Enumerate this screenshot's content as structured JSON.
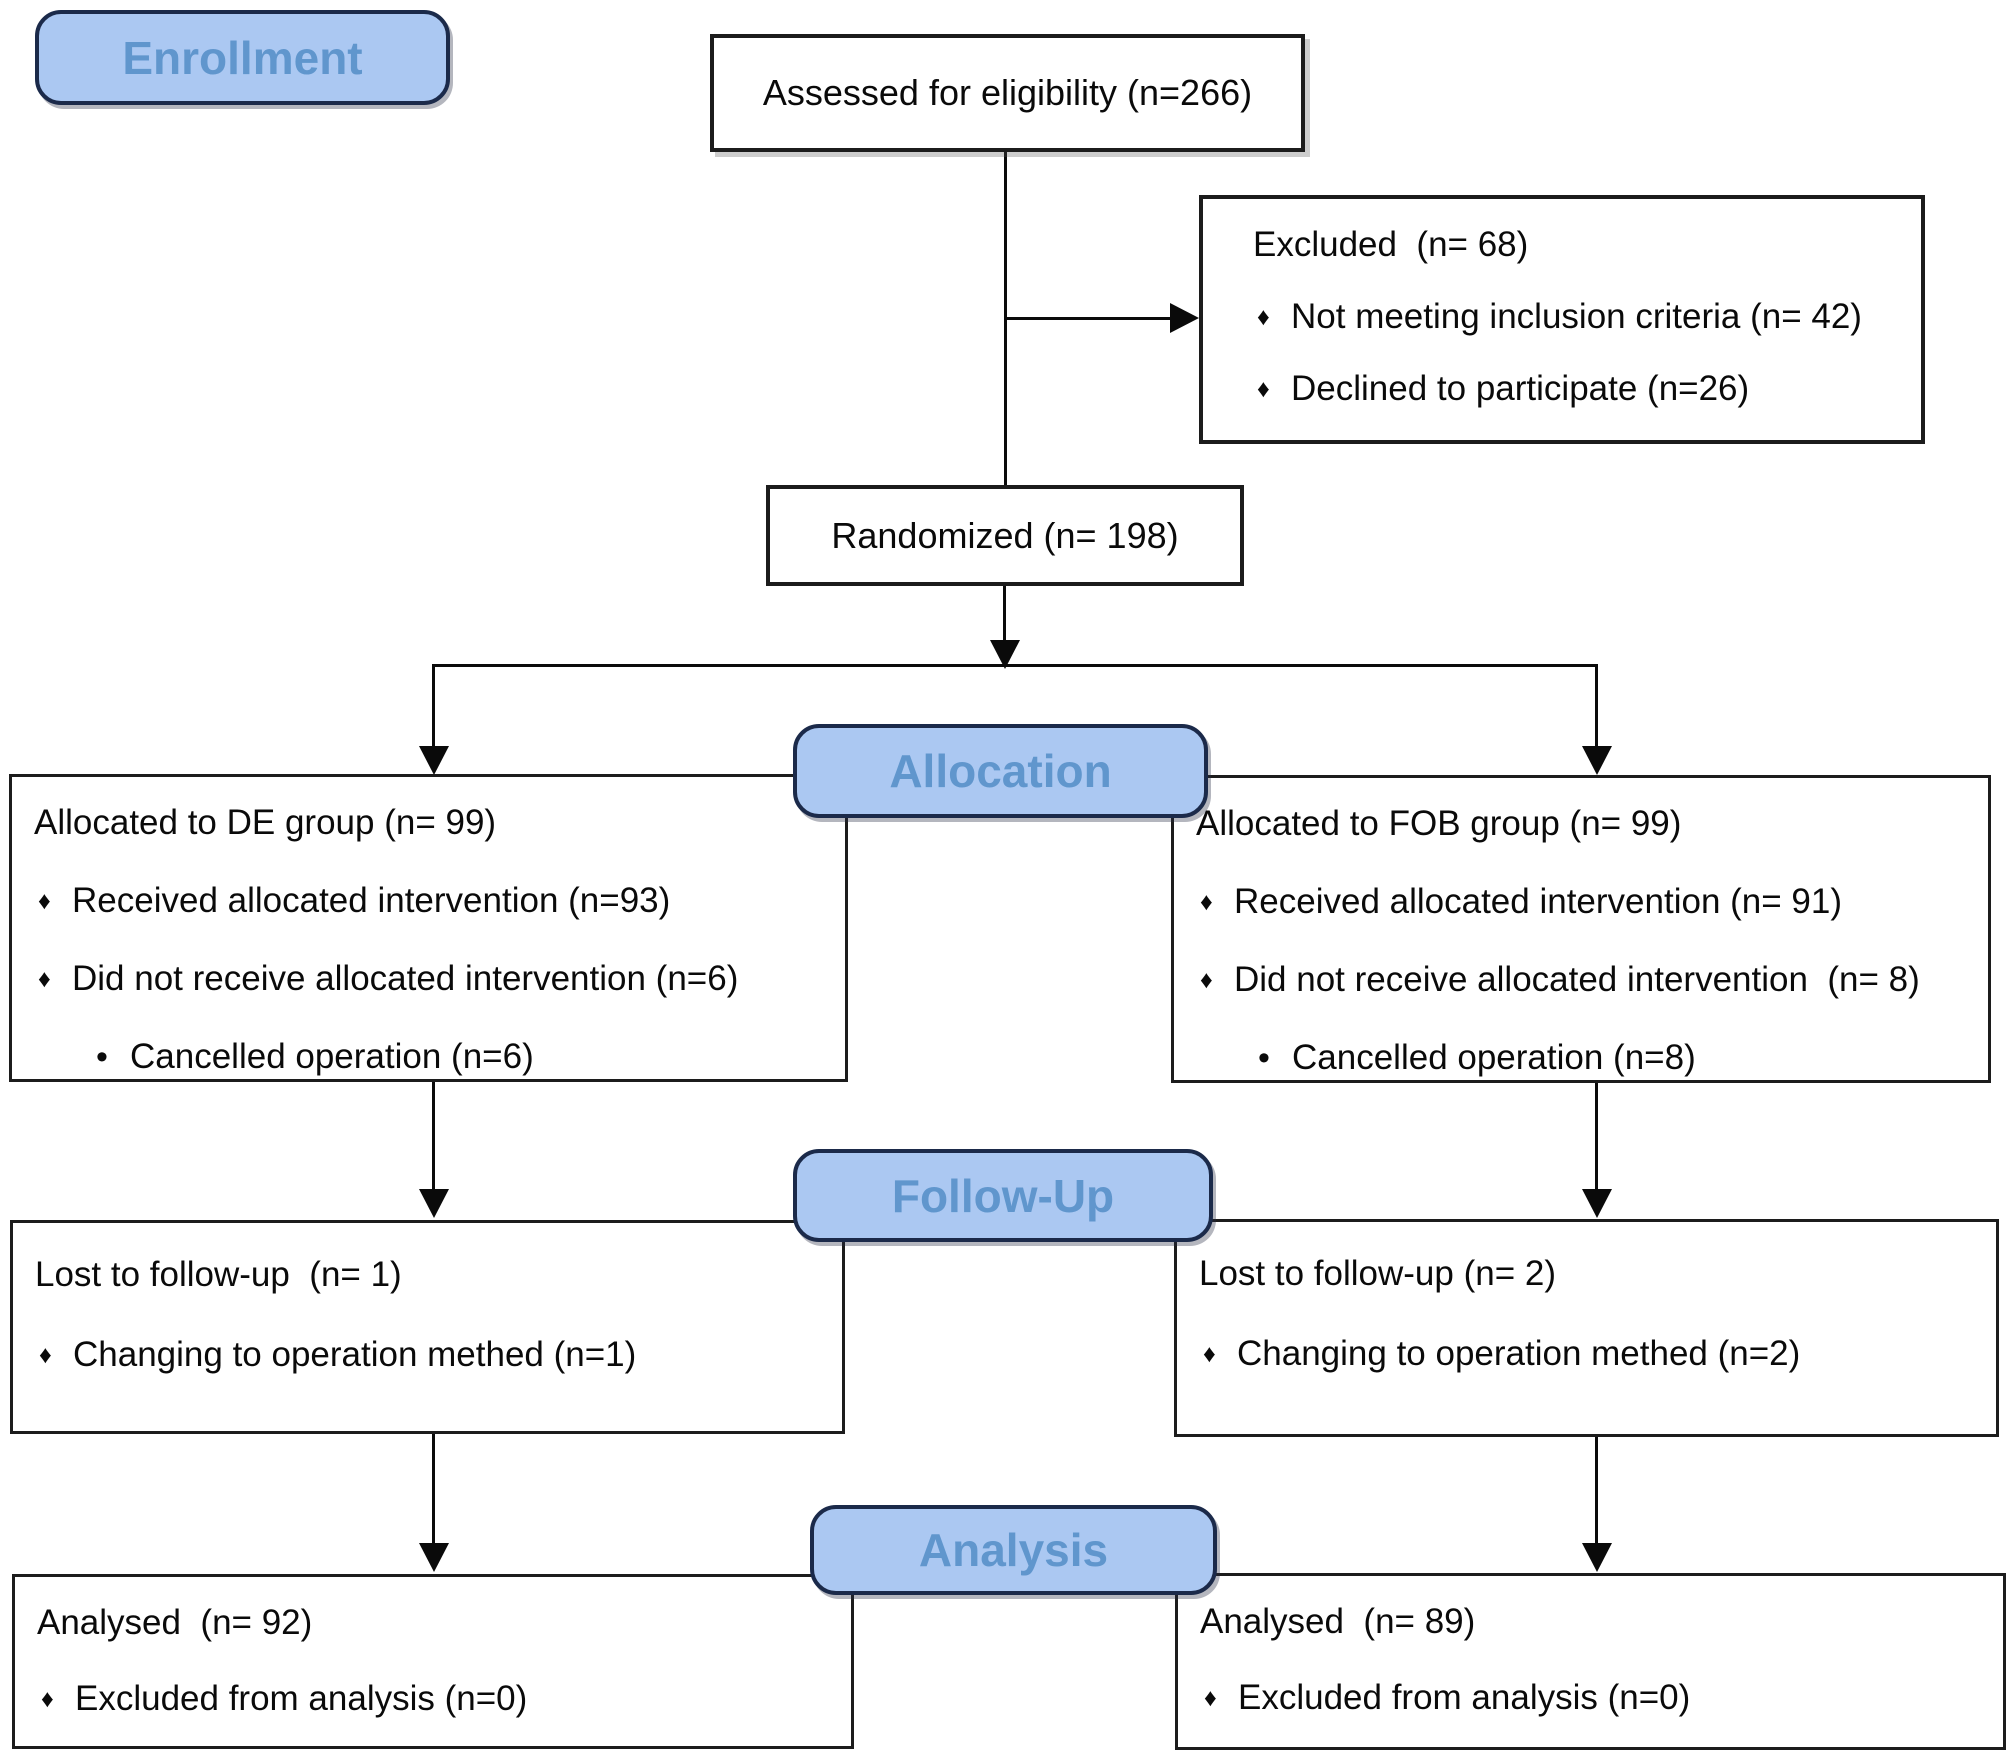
{
  "stages": {
    "enrollment": "Enrollment",
    "allocation": "Allocation",
    "followup": "Follow-Up",
    "analysis": "Analysis"
  },
  "boxes": {
    "assessed": {
      "text": "Assessed for eligibility (n=266)"
    },
    "excluded": {
      "title": "Excluded  (n= 68)",
      "items": [
        {
          "bullet": "♦",
          "text": "Not meeting inclusion criteria (n= 42)"
        },
        {
          "bullet": "♦",
          "text": "Declined to participate (n=26)"
        }
      ]
    },
    "randomized": {
      "text": "Randomized (n= 198)"
    },
    "alloc_left": {
      "title": "Allocated to DE group (n= 99)",
      "items": [
        {
          "bullet": "♦",
          "text": "Received allocated intervention (n=93)"
        },
        {
          "bullet": "♦",
          "text": "Did not receive allocated intervention (n=6)"
        },
        {
          "bullet": "•",
          "text": "Cancelled operation (n=6)"
        }
      ]
    },
    "alloc_right": {
      "title": "Allocated to FOB group (n= 99)",
      "items": [
        {
          "bullet": "♦",
          "text": "Received allocated intervention (n= 91)"
        },
        {
          "bullet": "♦",
          "text": "Did not receive allocated intervention  (n= 8)"
        },
        {
          "bullet": "•",
          "text": "Cancelled operation (n=8)"
        }
      ]
    },
    "fu_left": {
      "title": "Lost to follow-up  (n= 1)",
      "items": [
        {
          "bullet": "♦",
          "text": "Changing to operation methed (n=1)"
        }
      ]
    },
    "fu_right": {
      "title": "Lost to follow-up (n= 2)",
      "items": [
        {
          "bullet": "♦",
          "text": "Changing to operation methed (n=2)"
        }
      ]
    },
    "an_left": {
      "title": "Analysed  (n= 92)",
      "items": [
        {
          "bullet": "♦",
          "text": "Excluded from analysis (n=0)"
        }
      ]
    },
    "an_right": {
      "title": "Analysed  (n= 89)",
      "items": [
        {
          "bullet": "♦",
          "text": "Excluded from analysis (n=0)"
        }
      ]
    }
  },
  "colors": {
    "badge_fill": "#abc8f2",
    "badge_border": "#1b2a4a",
    "badge_text": "#6096cd",
    "box_border": "#1c1c1c",
    "box_bg": "#ffffff",
    "line": "#0a0a0a",
    "page_bg": "#ffffff"
  }
}
